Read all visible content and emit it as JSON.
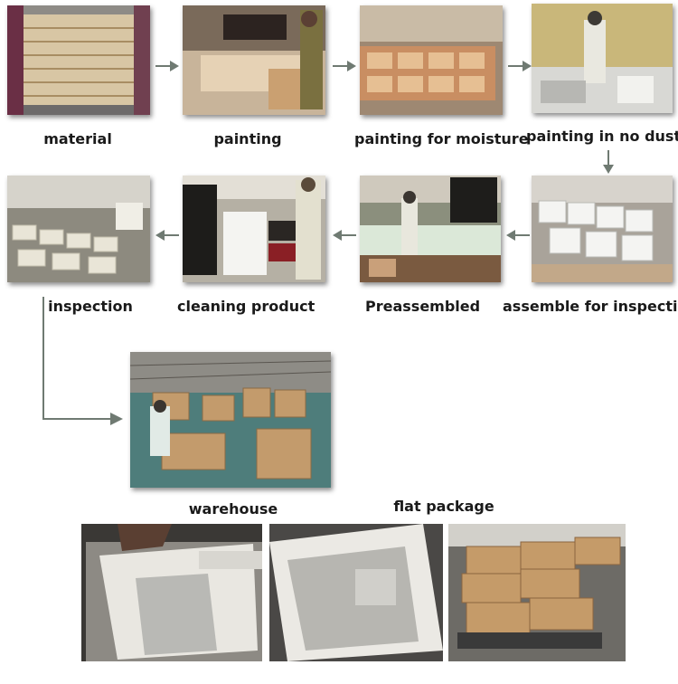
{
  "steps": {
    "material": "material",
    "painting": "painting",
    "painting_moisture": "painting for moisture",
    "painting_no_dust": "painting in no dust",
    "assemble_inspection": "assemble for inspection",
    "preassembled": "Preassembled",
    "cleaning_product": "cleaning product",
    "inspection": "inspection",
    "warehouse": "warehouse"
  },
  "flat_package": {
    "title": "flat package"
  },
  "colors": {
    "arrow": "#6f7a72",
    "label": "#1a1a1a",
    "wood": "#d9b48a",
    "factory_floor": "#4a7a7a"
  }
}
